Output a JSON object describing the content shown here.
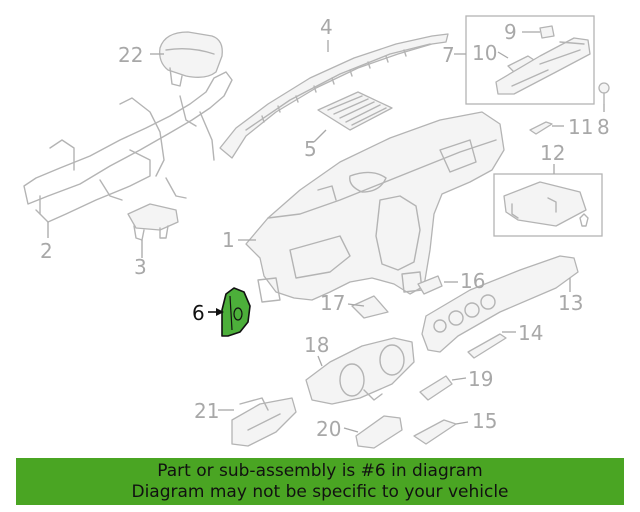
{
  "highlight": {
    "part_number": "6",
    "fill_color": "#4caf3a"
  },
  "callouts": [
    {
      "id": "1",
      "label": "1"
    },
    {
      "id": "2",
      "label": "2"
    },
    {
      "id": "3",
      "label": "3"
    },
    {
      "id": "4",
      "label": "4"
    },
    {
      "id": "5",
      "label": "5"
    },
    {
      "id": "6",
      "label": "6"
    },
    {
      "id": "7",
      "label": "7"
    },
    {
      "id": "8",
      "label": "8"
    },
    {
      "id": "9",
      "label": "9"
    },
    {
      "id": "10",
      "label": "10"
    },
    {
      "id": "11",
      "label": "11"
    },
    {
      "id": "12",
      "label": "12"
    },
    {
      "id": "13",
      "label": "13"
    },
    {
      "id": "14",
      "label": "14"
    },
    {
      "id": "15",
      "label": "15"
    },
    {
      "id": "16",
      "label": "16"
    },
    {
      "id": "17",
      "label": "17"
    },
    {
      "id": "18",
      "label": "18"
    },
    {
      "id": "19",
      "label": "19"
    },
    {
      "id": "20",
      "label": "20"
    },
    {
      "id": "21",
      "label": "21"
    },
    {
      "id": "22",
      "label": "22"
    }
  ],
  "banner": {
    "line1": "Part or sub-assembly is #6 in diagram",
    "line2": "Diagram may not be specific to your vehicle",
    "color": "#4aa523"
  }
}
